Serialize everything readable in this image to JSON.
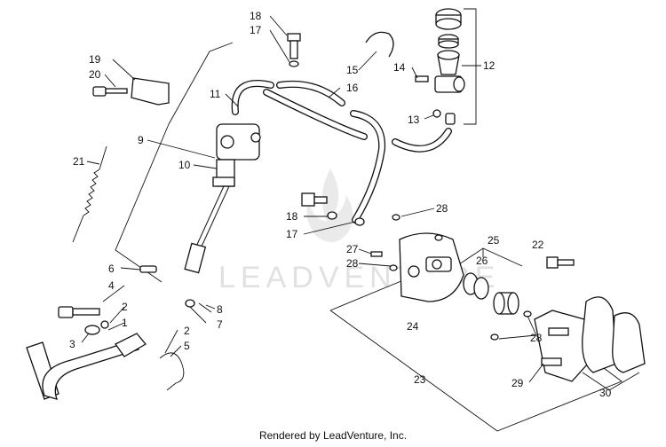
{
  "watermark": "LEADVENTURE",
  "footer": "Rendered by LeadVenture, Inc.",
  "callouts": {
    "c1": "1",
    "c2a": "2",
    "c2b": "2",
    "c3": "3",
    "c4": "4",
    "c5": "5",
    "c6": "6",
    "c7": "7",
    "c8": "8",
    "c9": "9",
    "c10": "10",
    "c11": "11",
    "c12": "12",
    "c13": "13",
    "c14": "14",
    "c15": "15",
    "c16": "16",
    "c17a": "17",
    "c17b": "17",
    "c18a": "18",
    "c18b": "18",
    "c19": "19",
    "c20": "20",
    "c21": "21",
    "c22": "22",
    "c23": "23",
    "c24": "24",
    "c25": "25",
    "c26": "26",
    "c27": "27",
    "c28a": "28",
    "c28b": "28",
    "c28c": "28",
    "c29": "29",
    "c30": "30"
  }
}
